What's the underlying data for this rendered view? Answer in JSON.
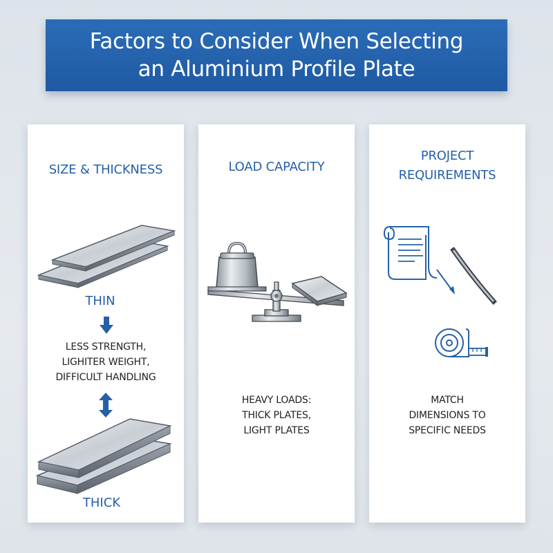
{
  "title": {
    "line1": "Factors to Consider When Selecting",
    "line2": "an Aluminium Profile Plate"
  },
  "columns": [
    {
      "heading": "SIZE & THICKNESS",
      "thin_label": "THIN",
      "description": [
        "LESS STRENGTH,",
        "LIGHITER WEIGHT,",
        "DIFFICULT HANDLING"
      ],
      "thick_label": "THICK",
      "icons": [
        "thin-plate-icon",
        "down-arrow-icon",
        "double-arrow-icon",
        "thick-plate-icon"
      ]
    },
    {
      "heading": "LOAD CAPACITY",
      "description": [
        "HEAVY LOADS:",
        "THICK PLATES,",
        "LIGHT PLATES"
      ],
      "icons": [
        "balance-scale-icon",
        "weight-icon",
        "plate-icon"
      ]
    },
    {
      "heading": [
        "PROJECT",
        "REQUIREMENTS"
      ],
      "description": [
        "MATCH",
        "DIMENSIONS TO",
        "SPECIFIC NEEDS"
      ],
      "icons": [
        "blueprint-scroll-icon",
        "curved-profile-icon",
        "tape-measure-icon"
      ]
    }
  ],
  "colors": {
    "banner": "#1f5aa3",
    "accent": "#2560a8",
    "text": "#222222",
    "background": "#e0e5eb"
  }
}
